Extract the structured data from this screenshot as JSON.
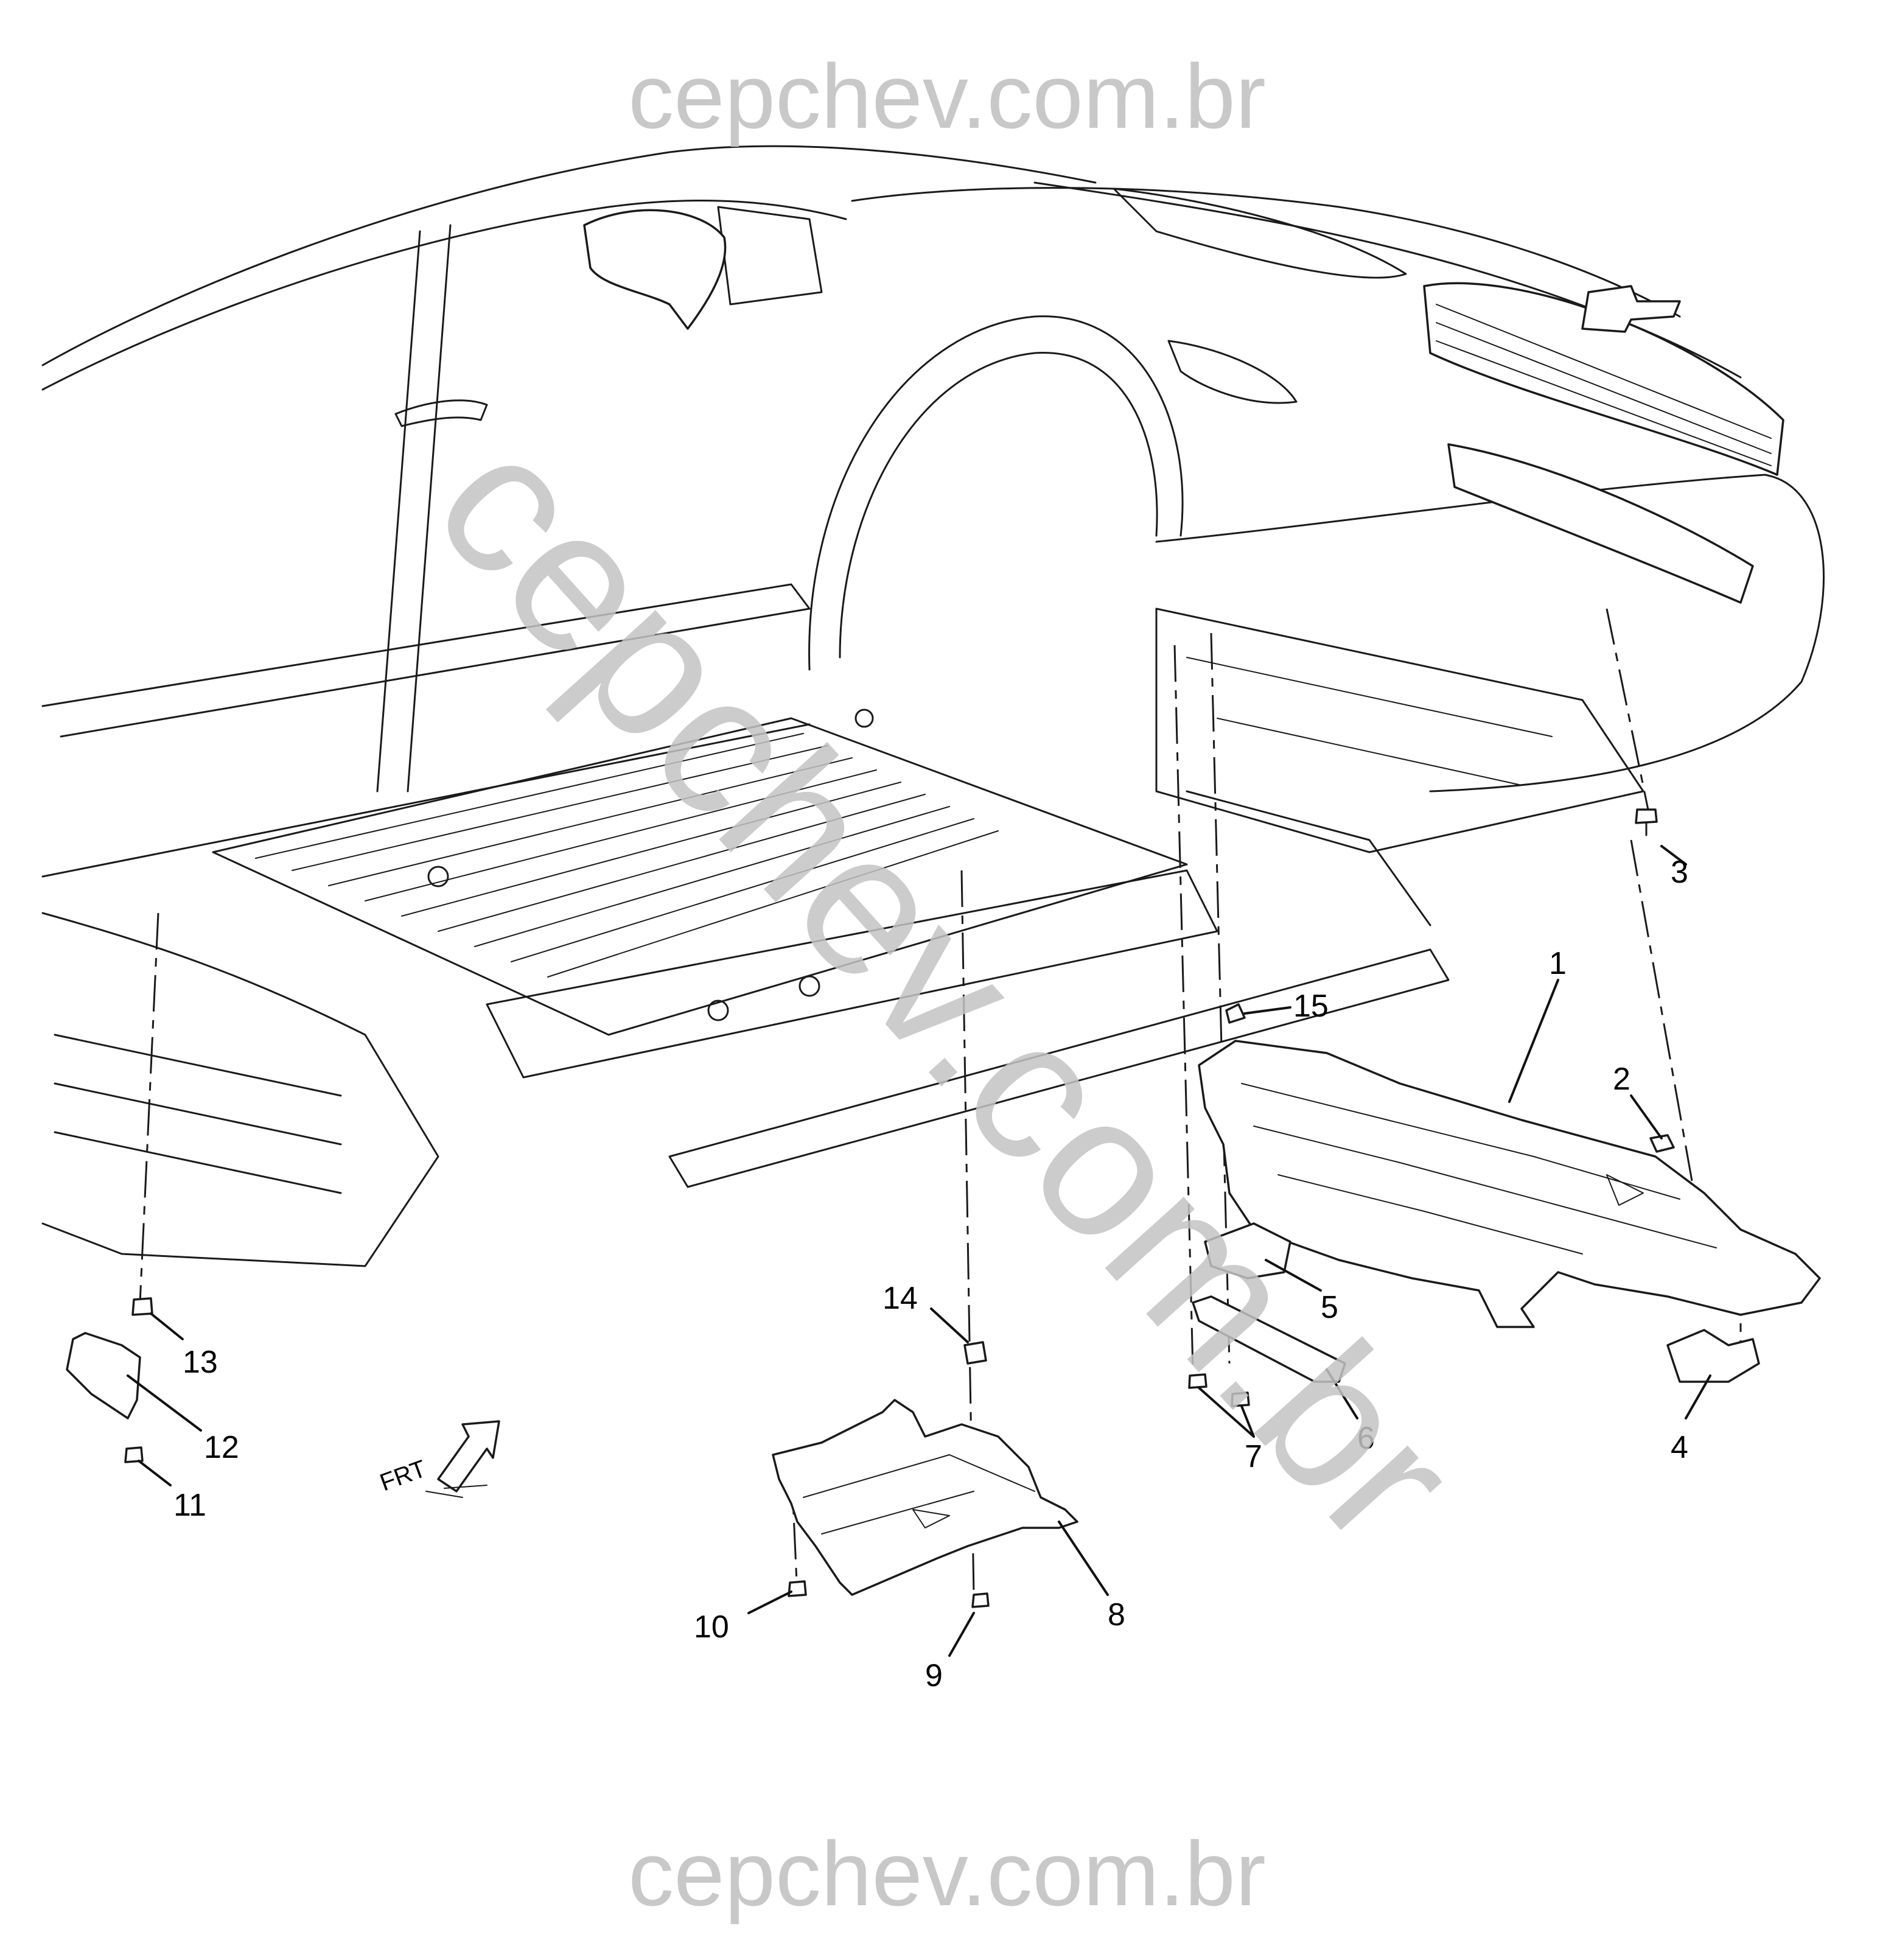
{
  "watermark": {
    "top": "cepchev.com.br",
    "bottom": "cepchev.com.br",
    "diagonal": "cepchev.com.br",
    "color": "#c4c4c4"
  },
  "direction_indicator": {
    "label": "FRT"
  },
  "callouts": [
    {
      "id": "c1",
      "text": "1"
    },
    {
      "id": "c2",
      "text": "2"
    },
    {
      "id": "c3",
      "text": "3"
    },
    {
      "id": "c4",
      "text": "4"
    },
    {
      "id": "c5",
      "text": "5"
    },
    {
      "id": "c6",
      "text": "6"
    },
    {
      "id": "c7",
      "text": "7"
    },
    {
      "id": "c8",
      "text": "8"
    },
    {
      "id": "c9",
      "text": "9"
    },
    {
      "id": "c10",
      "text": "10"
    },
    {
      "id": "c11",
      "text": "11"
    },
    {
      "id": "c12",
      "text": "12"
    },
    {
      "id": "c13",
      "text": "13"
    },
    {
      "id": "c14",
      "text": "14"
    },
    {
      "id": "c15",
      "text": "15"
    }
  ],
  "colors": {
    "line": "#1a1a1a",
    "background": "#ffffff"
  }
}
